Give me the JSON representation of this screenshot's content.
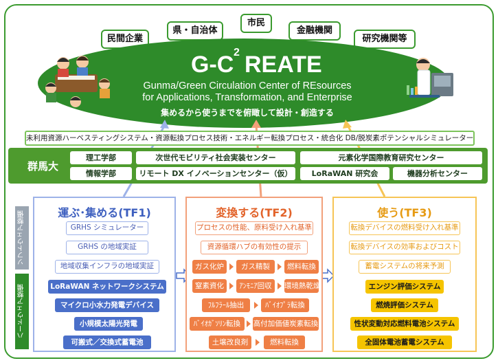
{
  "stakeholders": [
    "民間企業",
    "県・自治体",
    "市民",
    "金融機関",
    "研究機関等"
  ],
  "logo": {
    "main": "G-C",
    "sup": "2",
    "rest": "REATE"
  },
  "fullname": [
    "Gunma/Green Circulation Center of REsources",
    "for Applications, Transformation, and Enterprise"
  ],
  "motto": "集めるから使うまでを俯瞰して設計・創造する",
  "systems_bar": "未利用資源ハーベスティングシステム・資源転換プロセス技術・エネルギー転換プロセス・統合化 DB/脱炭素ポテンシャルシミュレーター",
  "university": {
    "label": "群馬大",
    "items": [
      "理工学部",
      "次世代モビリティ社会実装センター",
      "元素化学国際教育研究センター",
      "情報学部",
      "リモート DX イノベーションセンター（仮）",
      "LoRaWAN 研究会",
      "機器分析センター"
    ]
  },
  "side_labels": {
    "software": "ソフトウェア整備",
    "hardware": "ハードウェア整備"
  },
  "tf1": {
    "title": "運ぶ･集める(TF1)",
    "software": [
      "GRHS シミュレーター",
      "GRHS の地域実証",
      "地域収集インフラの地域実証"
    ],
    "hardware": [
      "LoRaWAN ネットワークシステム",
      "マイクロ小水力発電デバイス",
      "小規模太陽光発電",
      "可搬式／交換式蓄電池"
    ]
  },
  "tf2": {
    "title": "変換する(TF2)",
    "software": [
      "プロセスの性能、原料受け入れ基準",
      "資源循環ハブの有効性の提示"
    ],
    "rows": [
      [
        "ガス化炉",
        "ガス精製",
        "燃料転換"
      ],
      [
        "窒素資化",
        "ｱﾝﾓﾆｱ回収",
        "環境熱乾燥"
      ],
      [
        "ﾌﾙﾌﾗｰﾙ抽出",
        "ﾊﾞｲｵﾌﾟﾗ転換"
      ],
      [
        "ﾊﾞｲｵｶﾞｿﾘﾝ転換",
        "高付加価値炭素転換"
      ],
      [
        "土壌改良剤",
        "燃料転換"
      ]
    ]
  },
  "tf3": {
    "title": "使う(TF3)",
    "software": [
      "転換デバイスの燃料受け入れ基準",
      "転換デバイスの効率およびコスト",
      "蓄電システムの将来予測"
    ],
    "hardware": [
      "エンジン評価システム",
      "燃焼評価システム",
      "性状変動対応燃料電池システム",
      "全固体電池蓄電システム"
    ]
  },
  "colors": {
    "green": "#2e8b2a",
    "blue": "#4a6fc9",
    "orange": "#ef7f45",
    "yellow": "#f5c400"
  }
}
